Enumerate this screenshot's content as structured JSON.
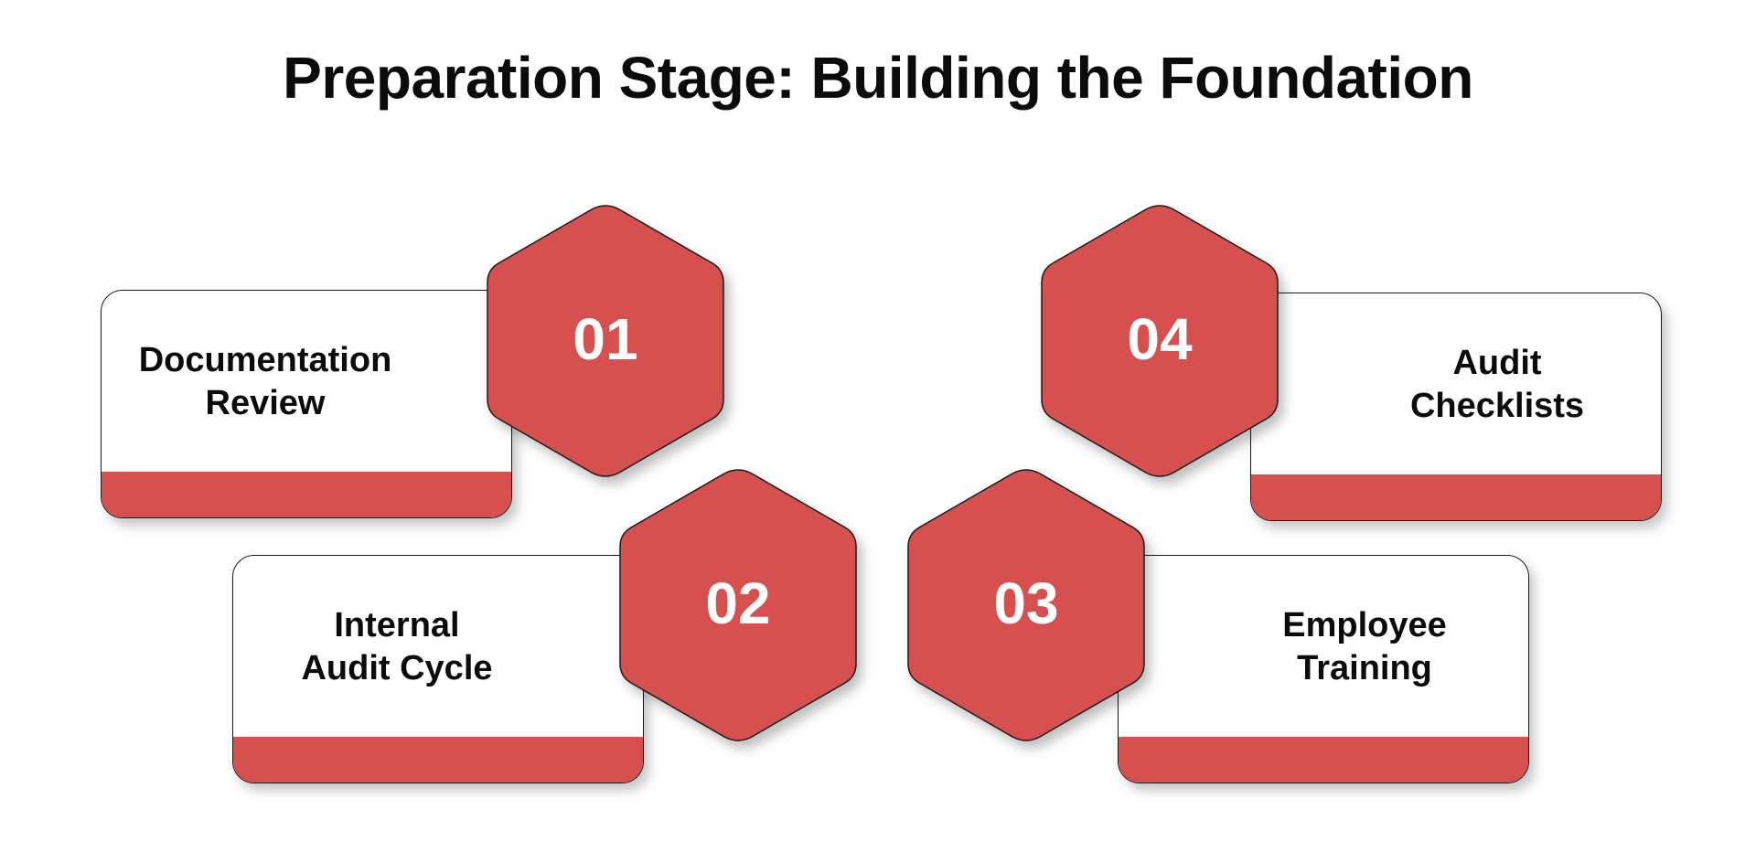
{
  "title": "Preparation Stage: Building the Foundation",
  "colors": {
    "accent": "#d75050",
    "outline": "#1a1a1a",
    "text": "#0b0b0b",
    "number_text": "#ffffff"
  },
  "steps": [
    {
      "number": "01",
      "label": "Documentation\nReview"
    },
    {
      "number": "02",
      "label": "Internal\nAudit Cycle"
    },
    {
      "number": "03",
      "label": "Employee\nTraining"
    },
    {
      "number": "04",
      "label": "Audit\nChecklists"
    }
  ]
}
